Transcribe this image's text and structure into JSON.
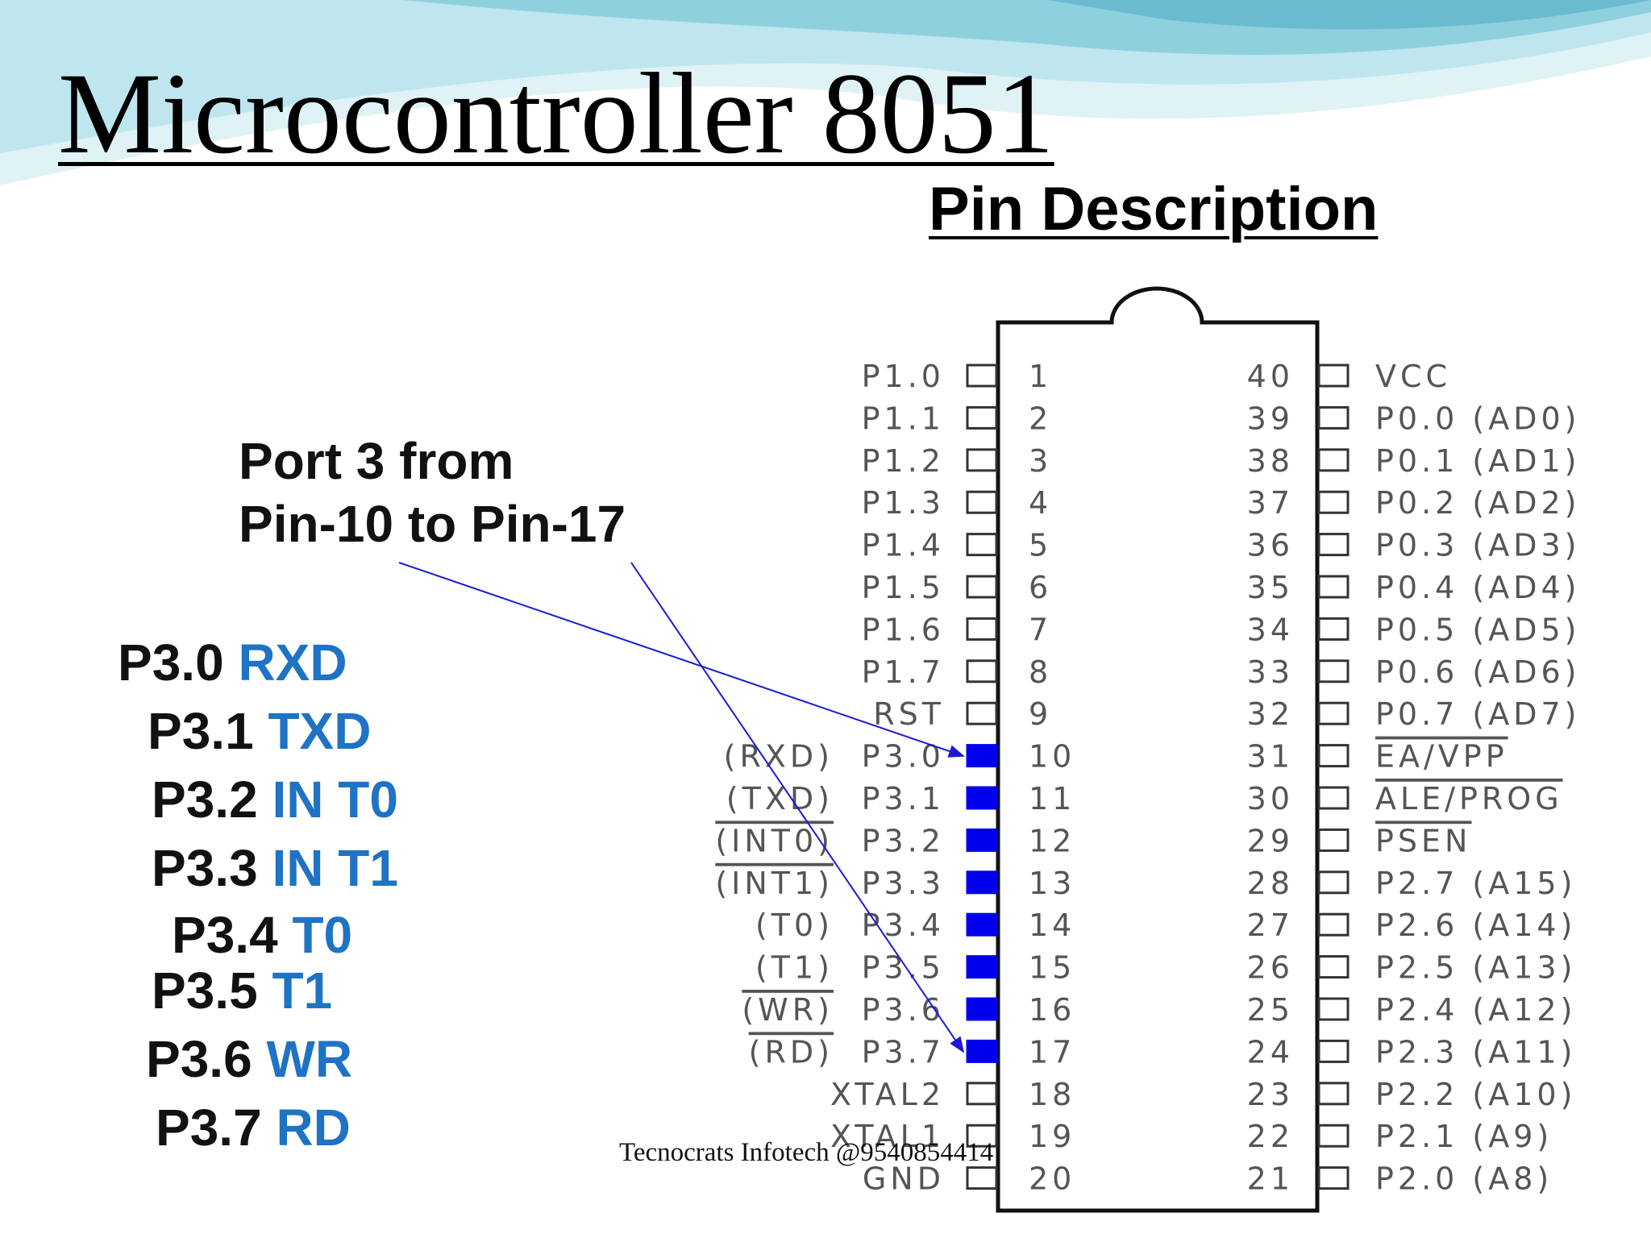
{
  "slide": {
    "title": "Microcontroller 8051",
    "subtitle": "Pin Description",
    "callout": [
      "Port 3 from",
      "Pin-10 to Pin-17"
    ],
    "footer": "Tecnocrats Infotech @9540854414"
  },
  "colors": {
    "highlight_pin": "#0000ee",
    "function_text": "#1f73c4",
    "wave_light": "#bfe6ef",
    "wave_dark": "#6bbbd0"
  },
  "port3": [
    {
      "pin": "P3.0",
      "fn": "RXD"
    },
    {
      "pin": "P3.1",
      "fn": "TXD"
    },
    {
      "pin": "P3.2",
      "fn": "IN T0"
    },
    {
      "pin": "P3.3",
      "fn": "IN T1"
    },
    {
      "pin": "P3.4",
      "fn": "T0"
    },
    {
      "pin": "P3.5",
      "fn": "T1"
    },
    {
      "pin": "P3.6",
      "fn": "WR"
    },
    {
      "pin": "P3.7",
      "fn": "RD"
    }
  ],
  "left_pins": [
    {
      "num": "1",
      "alt": "",
      "label": "P1.0"
    },
    {
      "num": "2",
      "alt": "",
      "label": "P1.1"
    },
    {
      "num": "3",
      "alt": "",
      "label": "P1.2"
    },
    {
      "num": "4",
      "alt": "",
      "label": "P1.3"
    },
    {
      "num": "5",
      "alt": "",
      "label": "P1.4"
    },
    {
      "num": "6",
      "alt": "",
      "label": "P1.5"
    },
    {
      "num": "7",
      "alt": "",
      "label": "P1.6"
    },
    {
      "num": "8",
      "alt": "",
      "label": "P1.7"
    },
    {
      "num": "9",
      "alt": "",
      "label": "RST"
    },
    {
      "num": "10",
      "alt": "(RXD)",
      "label": "P3.0",
      "highlight": true
    },
    {
      "num": "11",
      "alt": "(TXD)",
      "label": "P3.1",
      "highlight": true
    },
    {
      "num": "12",
      "alt": "(INT0)",
      "label": "P3.2",
      "highlight": true,
      "overbar": true
    },
    {
      "num": "13",
      "alt": "(INT1)",
      "label": "P3.3",
      "highlight": true,
      "overbar": true
    },
    {
      "num": "14",
      "alt": "(T0)",
      "label": "P3.4",
      "highlight": true
    },
    {
      "num": "15",
      "alt": "(T1)",
      "label": "P3.5",
      "highlight": true
    },
    {
      "num": "16",
      "alt": "(WR)",
      "label": "P3.6",
      "highlight": true,
      "overbar": true
    },
    {
      "num": "17",
      "alt": "(RD)",
      "label": "P3.7",
      "highlight": true,
      "overbar": true
    },
    {
      "num": "18",
      "alt": "",
      "label": "XTAL2"
    },
    {
      "num": "19",
      "alt": "",
      "label": "XTAL1"
    },
    {
      "num": "20",
      "alt": "",
      "label": "GND"
    }
  ],
  "right_pins": [
    {
      "num": "40",
      "label": "VCC"
    },
    {
      "num": "39",
      "label": "P0.0 (AD0)"
    },
    {
      "num": "38",
      "label": "P0.1 (AD1)"
    },
    {
      "num": "37",
      "label": "P0.2 (AD2)"
    },
    {
      "num": "36",
      "label": "P0.3 (AD3)"
    },
    {
      "num": "35",
      "label": "P0.4 (AD4)"
    },
    {
      "num": "34",
      "label": "P0.5 (AD5)"
    },
    {
      "num": "33",
      "label": "P0.6 (AD6)"
    },
    {
      "num": "32",
      "label": "P0.7 (AD7)"
    },
    {
      "num": "31",
      "label": "EA/VPP",
      "overbar": true
    },
    {
      "num": "30",
      "label": "ALE/PROG",
      "overbar": true
    },
    {
      "num": "29",
      "label": "PSEN",
      "overbar": true
    },
    {
      "num": "28",
      "label": "P2.7 (A15)"
    },
    {
      "num": "27",
      "label": "P2.6 (A14)"
    },
    {
      "num": "26",
      "label": "P2.5 (A13)"
    },
    {
      "num": "25",
      "label": "P2.4 (A12)"
    },
    {
      "num": "24",
      "label": "P2.3 (A11)"
    },
    {
      "num": "23",
      "label": "P2.2 (A10)"
    },
    {
      "num": "22",
      "label": "P2.1 (A9)"
    },
    {
      "num": "21",
      "label": "P2.0 (A8)"
    }
  ]
}
